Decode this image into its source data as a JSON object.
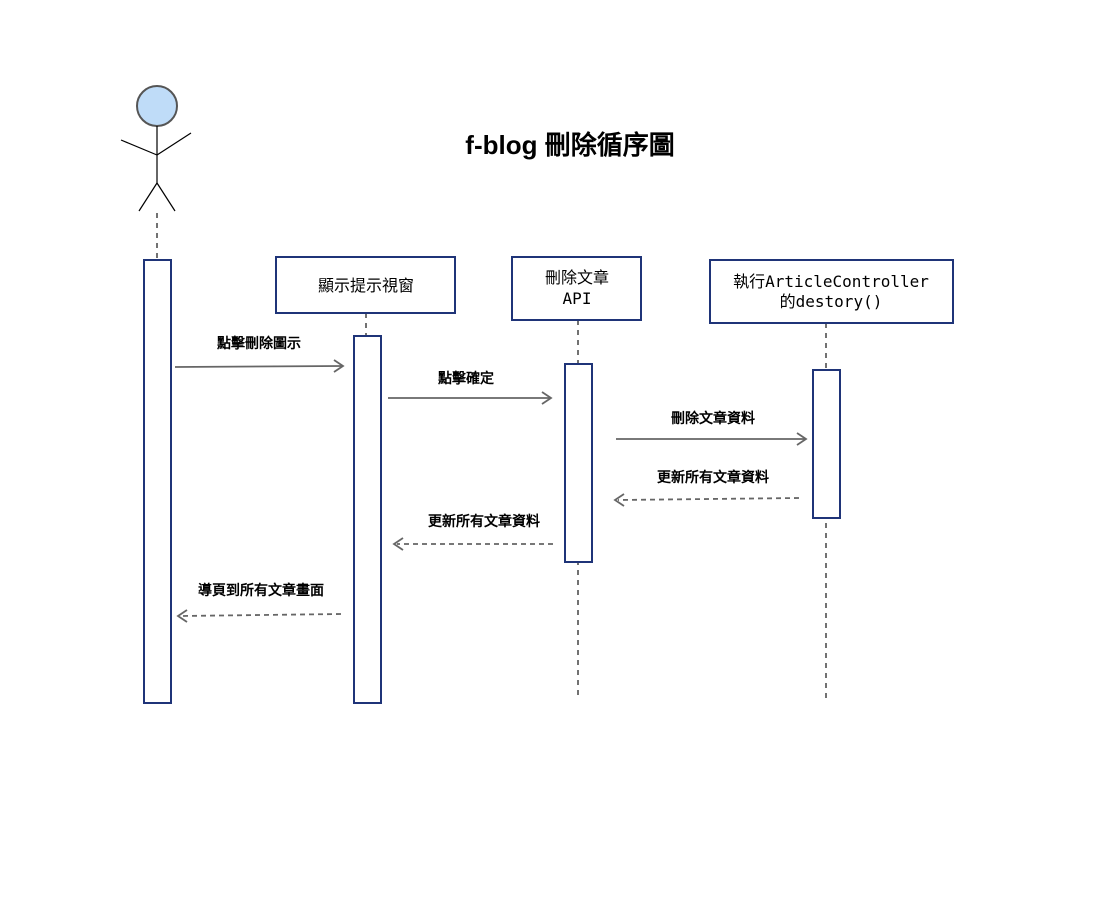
{
  "title": "f-blog 刪除循序圖",
  "participants": [
    {
      "id": "user",
      "kind": "actor",
      "label": ""
    },
    {
      "id": "dialog",
      "kind": "box",
      "lines": [
        "顯示提示視窗"
      ]
    },
    {
      "id": "api",
      "kind": "box",
      "lines": [
        "刪除文章",
        "API"
      ]
    },
    {
      "id": "controller",
      "kind": "box",
      "lines": [
        "執行ArticleController",
        "的destory()"
      ]
    }
  ],
  "messages": [
    {
      "from": "user",
      "to": "dialog",
      "label": "點擊刪除圖示",
      "style": "solid"
    },
    {
      "from": "dialog",
      "to": "api",
      "label": "點擊確定",
      "style": "solid"
    },
    {
      "from": "api",
      "to": "controller",
      "label": "刪除文章資料",
      "style": "solid"
    },
    {
      "from": "controller",
      "to": "api",
      "label": "更新所有文章資料",
      "style": "dashed"
    },
    {
      "from": "api",
      "to": "dialog",
      "label": "更新所有文章資料",
      "style": "dashed"
    },
    {
      "from": "dialog",
      "to": "user",
      "label": "導頁到所有文章畫面",
      "style": "dashed"
    }
  ],
  "colors": {
    "box_border": "#1f3478",
    "actor_head_fill": "#bfdcf8",
    "arrow": "#666666"
  }
}
